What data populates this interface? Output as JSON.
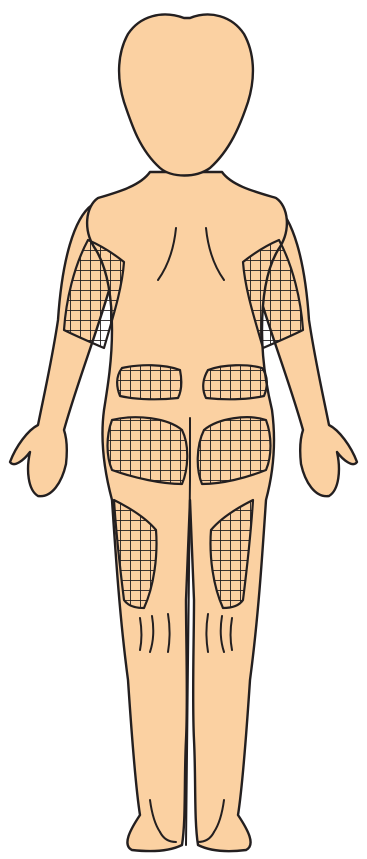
{
  "figure": {
    "view": "back",
    "colors": {
      "skin": "#FBD1A2",
      "outline": "#231F20",
      "background": "#FFFFFF"
    },
    "shaded_regions": [
      "upper-arm-left",
      "upper-arm-right",
      "lower-back-left",
      "lower-back-right",
      "buttock-left",
      "buttock-right",
      "thigh-left",
      "thigh-right"
    ]
  }
}
